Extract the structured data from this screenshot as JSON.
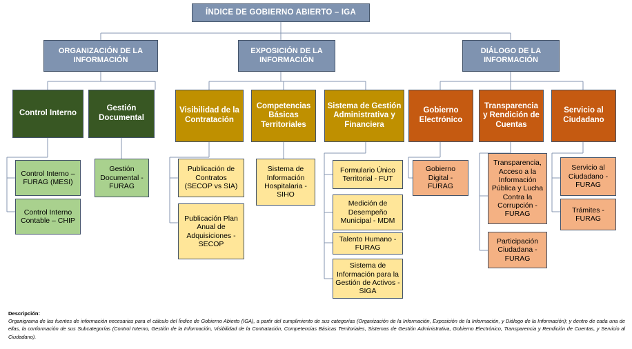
{
  "diagram": {
    "title": "Organigrama de fuentes de información - Índice de Gobierno Abierto (IGA)",
    "root": {
      "label": "ÍNDICE DE GOBIERNO ABIERTO – IGA"
    },
    "categories": [
      {
        "id": "organizacion",
        "label": "ORGANIZACIÓN DE LA INFORMACIÓN"
      },
      {
        "id": "exposicion",
        "label": "EXPOSICIÓN DE LA INFORMACIÓN"
      },
      {
        "id": "dialogo",
        "label": "DIÁLOGO DE LA INFORMACIÓN"
      }
    ],
    "subcategories": [
      {
        "id": "control-interno",
        "label": "Control Interno",
        "color": "#385723"
      },
      {
        "id": "gestion-documental",
        "label": "Gestión Documental",
        "color": "#385723"
      },
      {
        "id": "visibilidad",
        "label": "Visibilidad de la Contratación",
        "color": "#BF9000"
      },
      {
        "id": "competencias",
        "label": "Competencias Básicas Territoriales",
        "color": "#BF9000"
      },
      {
        "id": "sgaf",
        "label": "Sistema de Gestión Administrativa y Financiera",
        "color": "#BF9000"
      },
      {
        "id": "gobierno-electronico",
        "label": "Gobierno Electrónico",
        "color": "#C55A11"
      },
      {
        "id": "transparencia",
        "label": "Transparencia y Rendición de Cuentas",
        "color": "#C55A11"
      },
      {
        "id": "servicio-ciudadano",
        "label": "Servicio al Ciudadano",
        "color": "#C55A11"
      }
    ],
    "leaves": [
      {
        "id": "ci-furag-mesi",
        "label": "Control Interno – FURAG (MESI)",
        "parent": "control-interno",
        "color": "#A9D18E"
      },
      {
        "id": "ci-contable",
        "label": "Control Interno Contable – CHIP",
        "parent": "control-interno",
        "color": "#A9D18E"
      },
      {
        "id": "gd-furag",
        "label": "Gestión Documental - FURAG",
        "parent": "gestion-documental",
        "color": "#A9D18E"
      },
      {
        "id": "pub-contratos",
        "label": "Publicación de Contratos (SECOP vs SIA)",
        "parent": "visibilidad",
        "color": "#FFE699"
      },
      {
        "id": "pub-plan-anual",
        "label": "Publicación Plan Anual de Adquisiciones - SECOP",
        "parent": "visibilidad",
        "color": "#FFE699"
      },
      {
        "id": "siho",
        "label": "Sistema de Información Hospitalaria - SIHO",
        "parent": "competencias",
        "color": "#FFE699"
      },
      {
        "id": "fut",
        "label": "Formulario Único Territorial - FUT",
        "parent": "sgaf",
        "color": "#FFE699"
      },
      {
        "id": "mdm",
        "label": "Medición de Desempeño Municipal - MDM",
        "parent": "sgaf",
        "color": "#FFE699"
      },
      {
        "id": "talento-humano",
        "label": "Talento Humano - FURAG",
        "parent": "sgaf",
        "color": "#FFE699"
      },
      {
        "id": "siga",
        "label": "Sistema de Información para la Gestión de Activos -SIGA",
        "parent": "sgaf",
        "color": "#FFE699"
      },
      {
        "id": "gobierno-digital",
        "label": "Gobierno Digital - FURAG",
        "parent": "gobierno-electronico",
        "color": "#F4B183"
      },
      {
        "id": "transp-acceso",
        "label": "Transparencia, Acceso a la Información Pública y Lucha Contra la Corrupción - FURAG",
        "parent": "transparencia",
        "color": "#F4B183"
      },
      {
        "id": "participacion",
        "label": "Participación Ciudadana - FURAG",
        "parent": "transparencia",
        "color": "#F4B183"
      },
      {
        "id": "servicio-furag",
        "label": "Servicio al Ciudadano - FURAG",
        "parent": "servicio-ciudadano",
        "color": "#F4B183"
      },
      {
        "id": "tramites",
        "label": "Trámites - FURAG",
        "parent": "servicio-ciudadano",
        "color": "#F4B183"
      }
    ]
  },
  "description": {
    "title": "Descripción:",
    "body": "Organigrama de las fuentes de información necesarias para el cálculo del Índice de Gobierno Abierto (IGA),  a partir del cumplimiento de sus categorías (Organización de la Información, Exposición de la Información, y Diálogo de la Información); y dentro de cada una de ellas, la conformación de sus Subcategorías (Control Interno, Gestión de la Información, Visibilidad de la Contratación, Competencias Básicas Territoriales, Sistemas de Gestión Administrativa, Gobierno Electrónico, Transparencia y Rendición de Cuentas, y Servicio al Ciudadano)."
  },
  "colors": {
    "header_blue": "#7F93B0",
    "border": "#44546A",
    "connector": "#8496B0",
    "green_dark": "#385723",
    "green_light": "#A9D18E",
    "yellow_dark": "#BF9000",
    "yellow_light": "#FFE699",
    "orange_dark": "#C55A11",
    "orange_light": "#F4B183"
  }
}
